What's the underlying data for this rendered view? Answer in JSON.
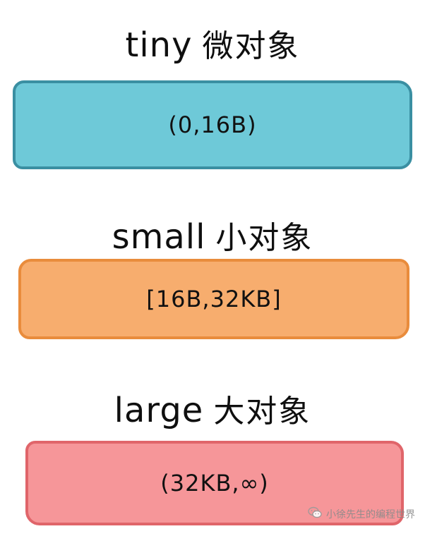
{
  "colors": {
    "tiny_fill": "#6ec9d8",
    "tiny_border": "#3a8fa2",
    "small_fill": "#f7ad6e",
    "small_border": "#e98c3c",
    "large_fill": "#f69699",
    "large_border": "#e0656a",
    "text": "#111111"
  },
  "categories": [
    {
      "id": "tiny",
      "name_en": "tiny",
      "name_zh": "微对象",
      "range": "(0,16B)"
    },
    {
      "id": "small",
      "name_en": "small",
      "name_zh": "小对象",
      "range": "[16B,32KB]"
    },
    {
      "id": "large",
      "name_en": "large",
      "name_zh": "大对象",
      "range": "(32KB,∞)"
    }
  ],
  "watermark": {
    "icon": "wechat-icon",
    "text": "小徐先生的编程世界"
  }
}
